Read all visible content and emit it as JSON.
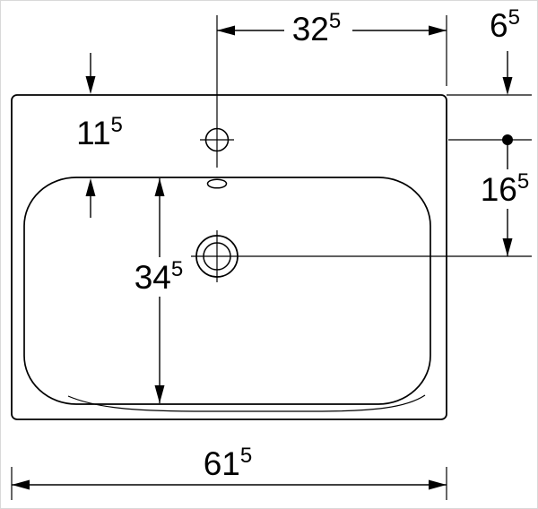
{
  "drawing": {
    "type": "washbasin-technical-dimension-drawing",
    "colors": {
      "line": "#000000",
      "background": "#ffffff"
    },
    "dimension_labels": {
      "tap_to_right_edge": {
        "value": "32",
        "sup": "5"
      },
      "top_edge_to_tap": {
        "value": "6",
        "sup": "5"
      },
      "top_edge_to_basin": {
        "value": "11",
        "sup": "5"
      },
      "tap_to_drain": {
        "value": "16",
        "sup": "5"
      },
      "basin_depth": {
        "value": "34",
        "sup": "5"
      },
      "overall_width": {
        "value": "61",
        "sup": "5"
      }
    }
  }
}
